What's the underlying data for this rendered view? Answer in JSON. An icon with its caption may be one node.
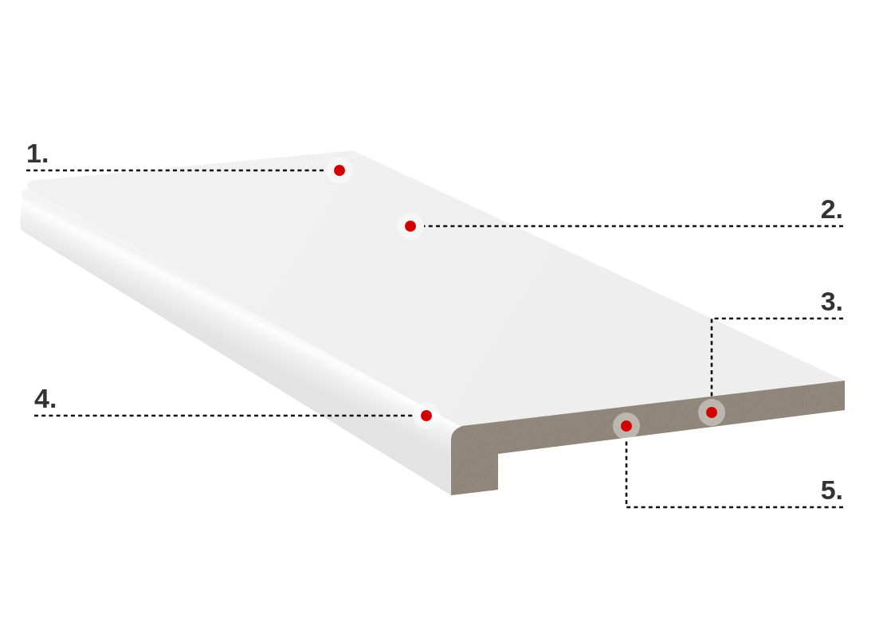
{
  "diagram": {
    "nodes": [
      {
        "text": [
          "1."
        ]
      },
      {
        "text": [],
        "shape": "circle"
      },
      {
        "text": [
          "2."
        ]
      },
      {
        "text": [],
        "shape": "circle"
      },
      {
        "text": [
          "3."
        ]
      },
      {
        "text": [],
        "shape": "circle"
      },
      {
        "text": [
          "4."
        ]
      },
      {
        "text": [],
        "shape": "circle"
      },
      {
        "text": [],
        "shape": "circle"
      },
      {
        "text": [
          "5."
        ]
      }
    ],
    "edges": [
      {
        "from": 0,
        "to": 1,
        "arrow": "none",
        "style": "dashed"
      },
      {
        "from": 2,
        "to": 3,
        "arrow": "none",
        "style": "dashed"
      },
      {
        "from": 4,
        "to": 5,
        "arrow": "none",
        "style": "dashed"
      },
      {
        "from": 6,
        "to": 7,
        "arrow": "none",
        "style": "dashed"
      },
      {
        "from": 9,
        "to": 8,
        "arrow": "none",
        "style": "dashed"
      }
    ]
  }
}
